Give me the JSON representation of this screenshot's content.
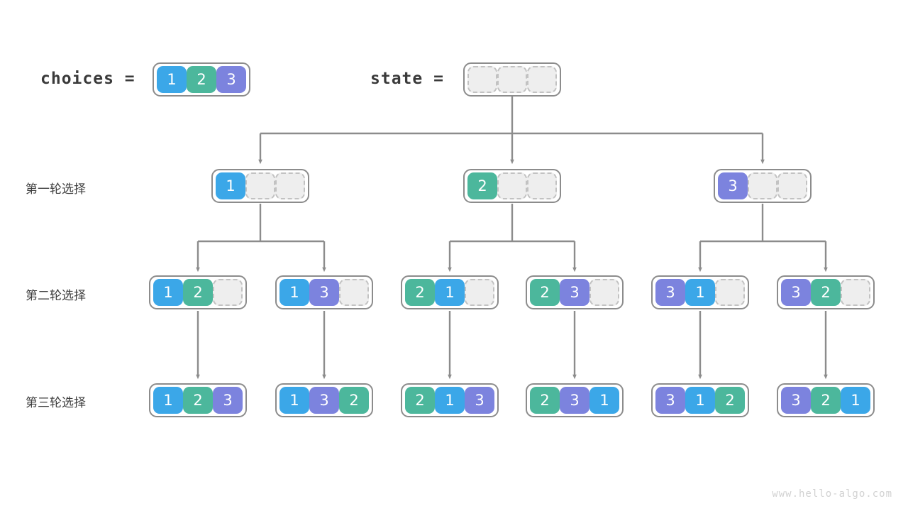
{
  "diagram": {
    "title_watermark": "www.hello-algo.com",
    "colors": {
      "value_1": "#3BA7E8",
      "value_2": "#4CB79C",
      "value_3": "#7C83DE",
      "empty_fill": "#EEEEEE",
      "empty_border": "#C2C2C2",
      "node_border": "#8C8C8C",
      "edge": "#8C8C8C",
      "text": "#3A3A3A",
      "watermark": "#D2D2D2"
    },
    "headers": {
      "choices_label": "choices =",
      "state_label": "state ="
    },
    "row_labels": [
      "第一轮选择",
      "第二轮选择",
      "第三轮选择"
    ],
    "nodes": {
      "choices": {
        "name": "choices-array",
        "cells": [
          "1",
          "2",
          "3"
        ]
      },
      "state_root": {
        "name": "state-array-root",
        "cells": [
          "",
          "",
          ""
        ]
      },
      "level1": [
        {
          "name": "node-1",
          "cells": [
            "1",
            "",
            ""
          ]
        },
        {
          "name": "node-2",
          "cells": [
            "2",
            "",
            ""
          ]
        },
        {
          "name": "node-3",
          "cells": [
            "3",
            "",
            ""
          ]
        }
      ],
      "level2": [
        {
          "name": "node-1-2",
          "cells": [
            "1",
            "2",
            ""
          ]
        },
        {
          "name": "node-1-3",
          "cells": [
            "1",
            "3",
            ""
          ]
        },
        {
          "name": "node-2-1",
          "cells": [
            "2",
            "1",
            ""
          ]
        },
        {
          "name": "node-2-3",
          "cells": [
            "2",
            "3",
            ""
          ]
        },
        {
          "name": "node-3-1",
          "cells": [
            "3",
            "1",
            ""
          ]
        },
        {
          "name": "node-3-2",
          "cells": [
            "3",
            "2",
            ""
          ]
        }
      ],
      "level3": [
        {
          "name": "node-1-2-3",
          "cells": [
            "1",
            "2",
            "3"
          ]
        },
        {
          "name": "node-1-3-2",
          "cells": [
            "1",
            "3",
            "2"
          ]
        },
        {
          "name": "node-2-1-3",
          "cells": [
            "2",
            "1",
            "3"
          ]
        },
        {
          "name": "node-2-3-1",
          "cells": [
            "2",
            "3",
            "1"
          ]
        },
        {
          "name": "node-3-1-2",
          "cells": [
            "3",
            "1",
            "2"
          ]
        },
        {
          "name": "node-3-2-1",
          "cells": [
            "3",
            "2",
            "1"
          ]
        }
      ]
    }
  }
}
